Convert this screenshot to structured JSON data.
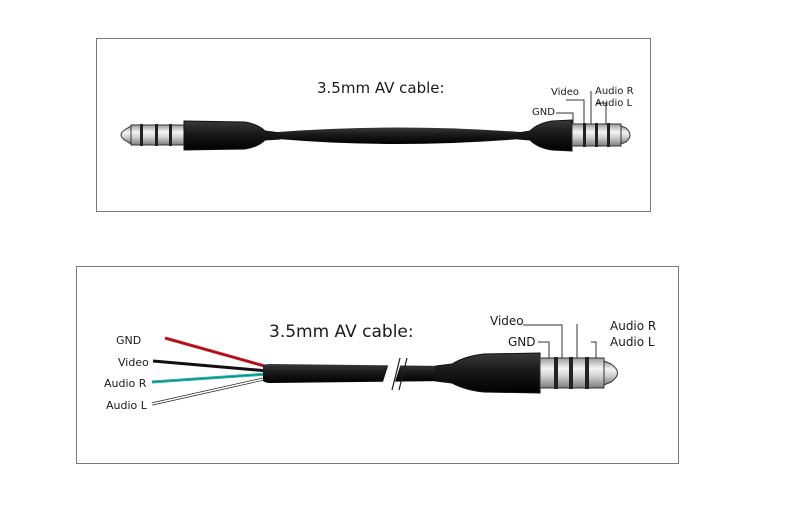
{
  "diagrams": {
    "top": {
      "title": "3.5mm AV cable:",
      "labels": {
        "gnd": "GND",
        "video": "Video",
        "audio_r": "Audio R",
        "audio_l": "Audio L"
      }
    },
    "bottom": {
      "title": "3.5mm AV  cable:",
      "plug_labels": {
        "video": "Video",
        "gnd": "GND",
        "audio_r": "Audio R",
        "audio_l": "Audio L"
      },
      "wire_labels": {
        "gnd": "GND",
        "video": "Video",
        "audio_r": "Audio R",
        "audio_l": "Audio L"
      },
      "wire_colors": {
        "gnd": "#c4161c",
        "video": "#111111",
        "audio_r": "#1fb5ad",
        "audio_l": "#ffffff"
      }
    }
  }
}
